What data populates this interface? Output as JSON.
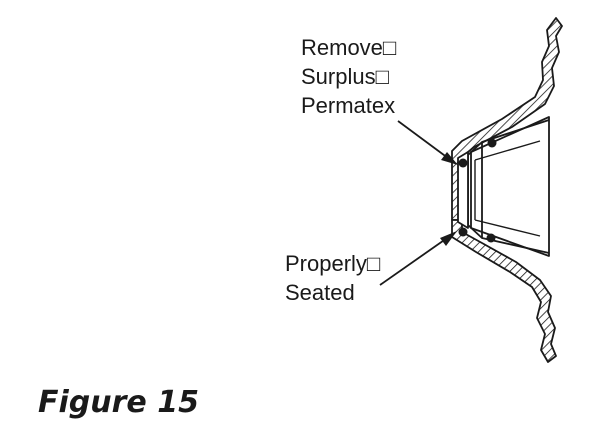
{
  "callouts": {
    "remove_surplus": {
      "lines": [
        "Remove□",
        "Surplus□",
        "Permatex"
      ]
    },
    "properly_seated": {
      "lines": [
        "Properly□",
        "Seated"
      ]
    }
  },
  "caption": "Figure 15",
  "colors": {
    "ink": "#1a1a1a",
    "background": "#ffffff"
  }
}
